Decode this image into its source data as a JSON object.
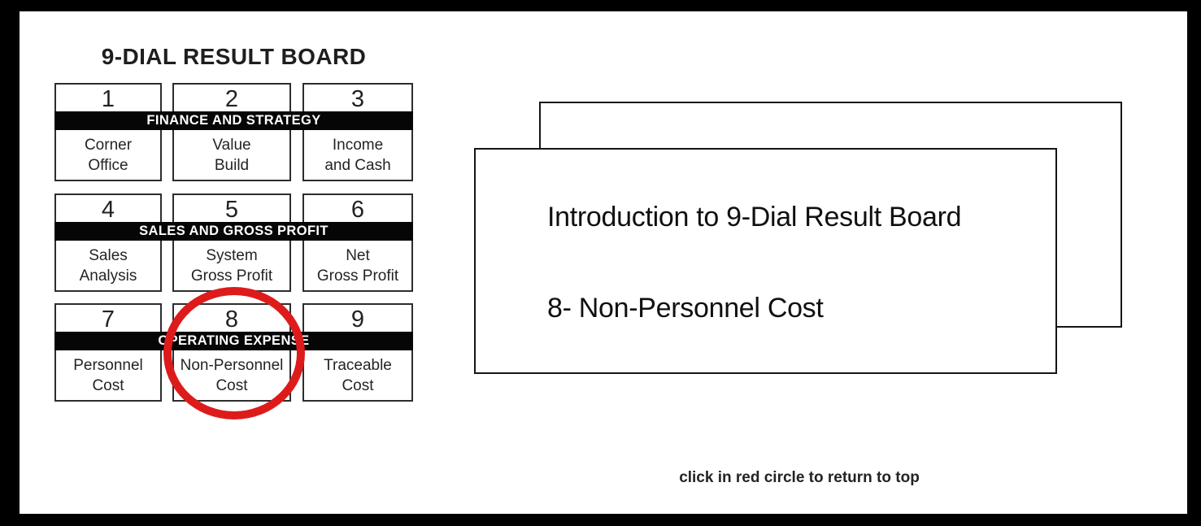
{
  "board": {
    "title": "9-DIAL RESULT BOARD",
    "rows": [
      {
        "band": "FINANCE AND STRATEGY",
        "cells": [
          {
            "number": "1",
            "label": "Corner\nOffice"
          },
          {
            "number": "2",
            "label": "Value\nBuild"
          },
          {
            "number": "3",
            "label": "Income\nand Cash"
          }
        ]
      },
      {
        "band": "SALES AND GROSS PROFIT",
        "cells": [
          {
            "number": "4",
            "label": "Sales\nAnalysis"
          },
          {
            "number": "5",
            "label": "System\nGross Profit"
          },
          {
            "number": "6",
            "label": "Net\nGross Profit"
          }
        ]
      },
      {
        "band": "OPERATING EXPENSE",
        "cells": [
          {
            "number": "7",
            "label": "Personnel\nCost"
          },
          {
            "number": "8",
            "label": "Non-Personnel\nCost"
          },
          {
            "number": "9",
            "label": "Traceable\nCost"
          }
        ]
      }
    ]
  },
  "highlight": {
    "highlighted_cell_number": "8",
    "color": "#de1b1b"
  },
  "slide": {
    "title": "Introduction to 9-Dial Result Board",
    "subtitle": "8- Non-Personnel Cost"
  },
  "footer": {
    "note": "click in red circle to return to top"
  }
}
